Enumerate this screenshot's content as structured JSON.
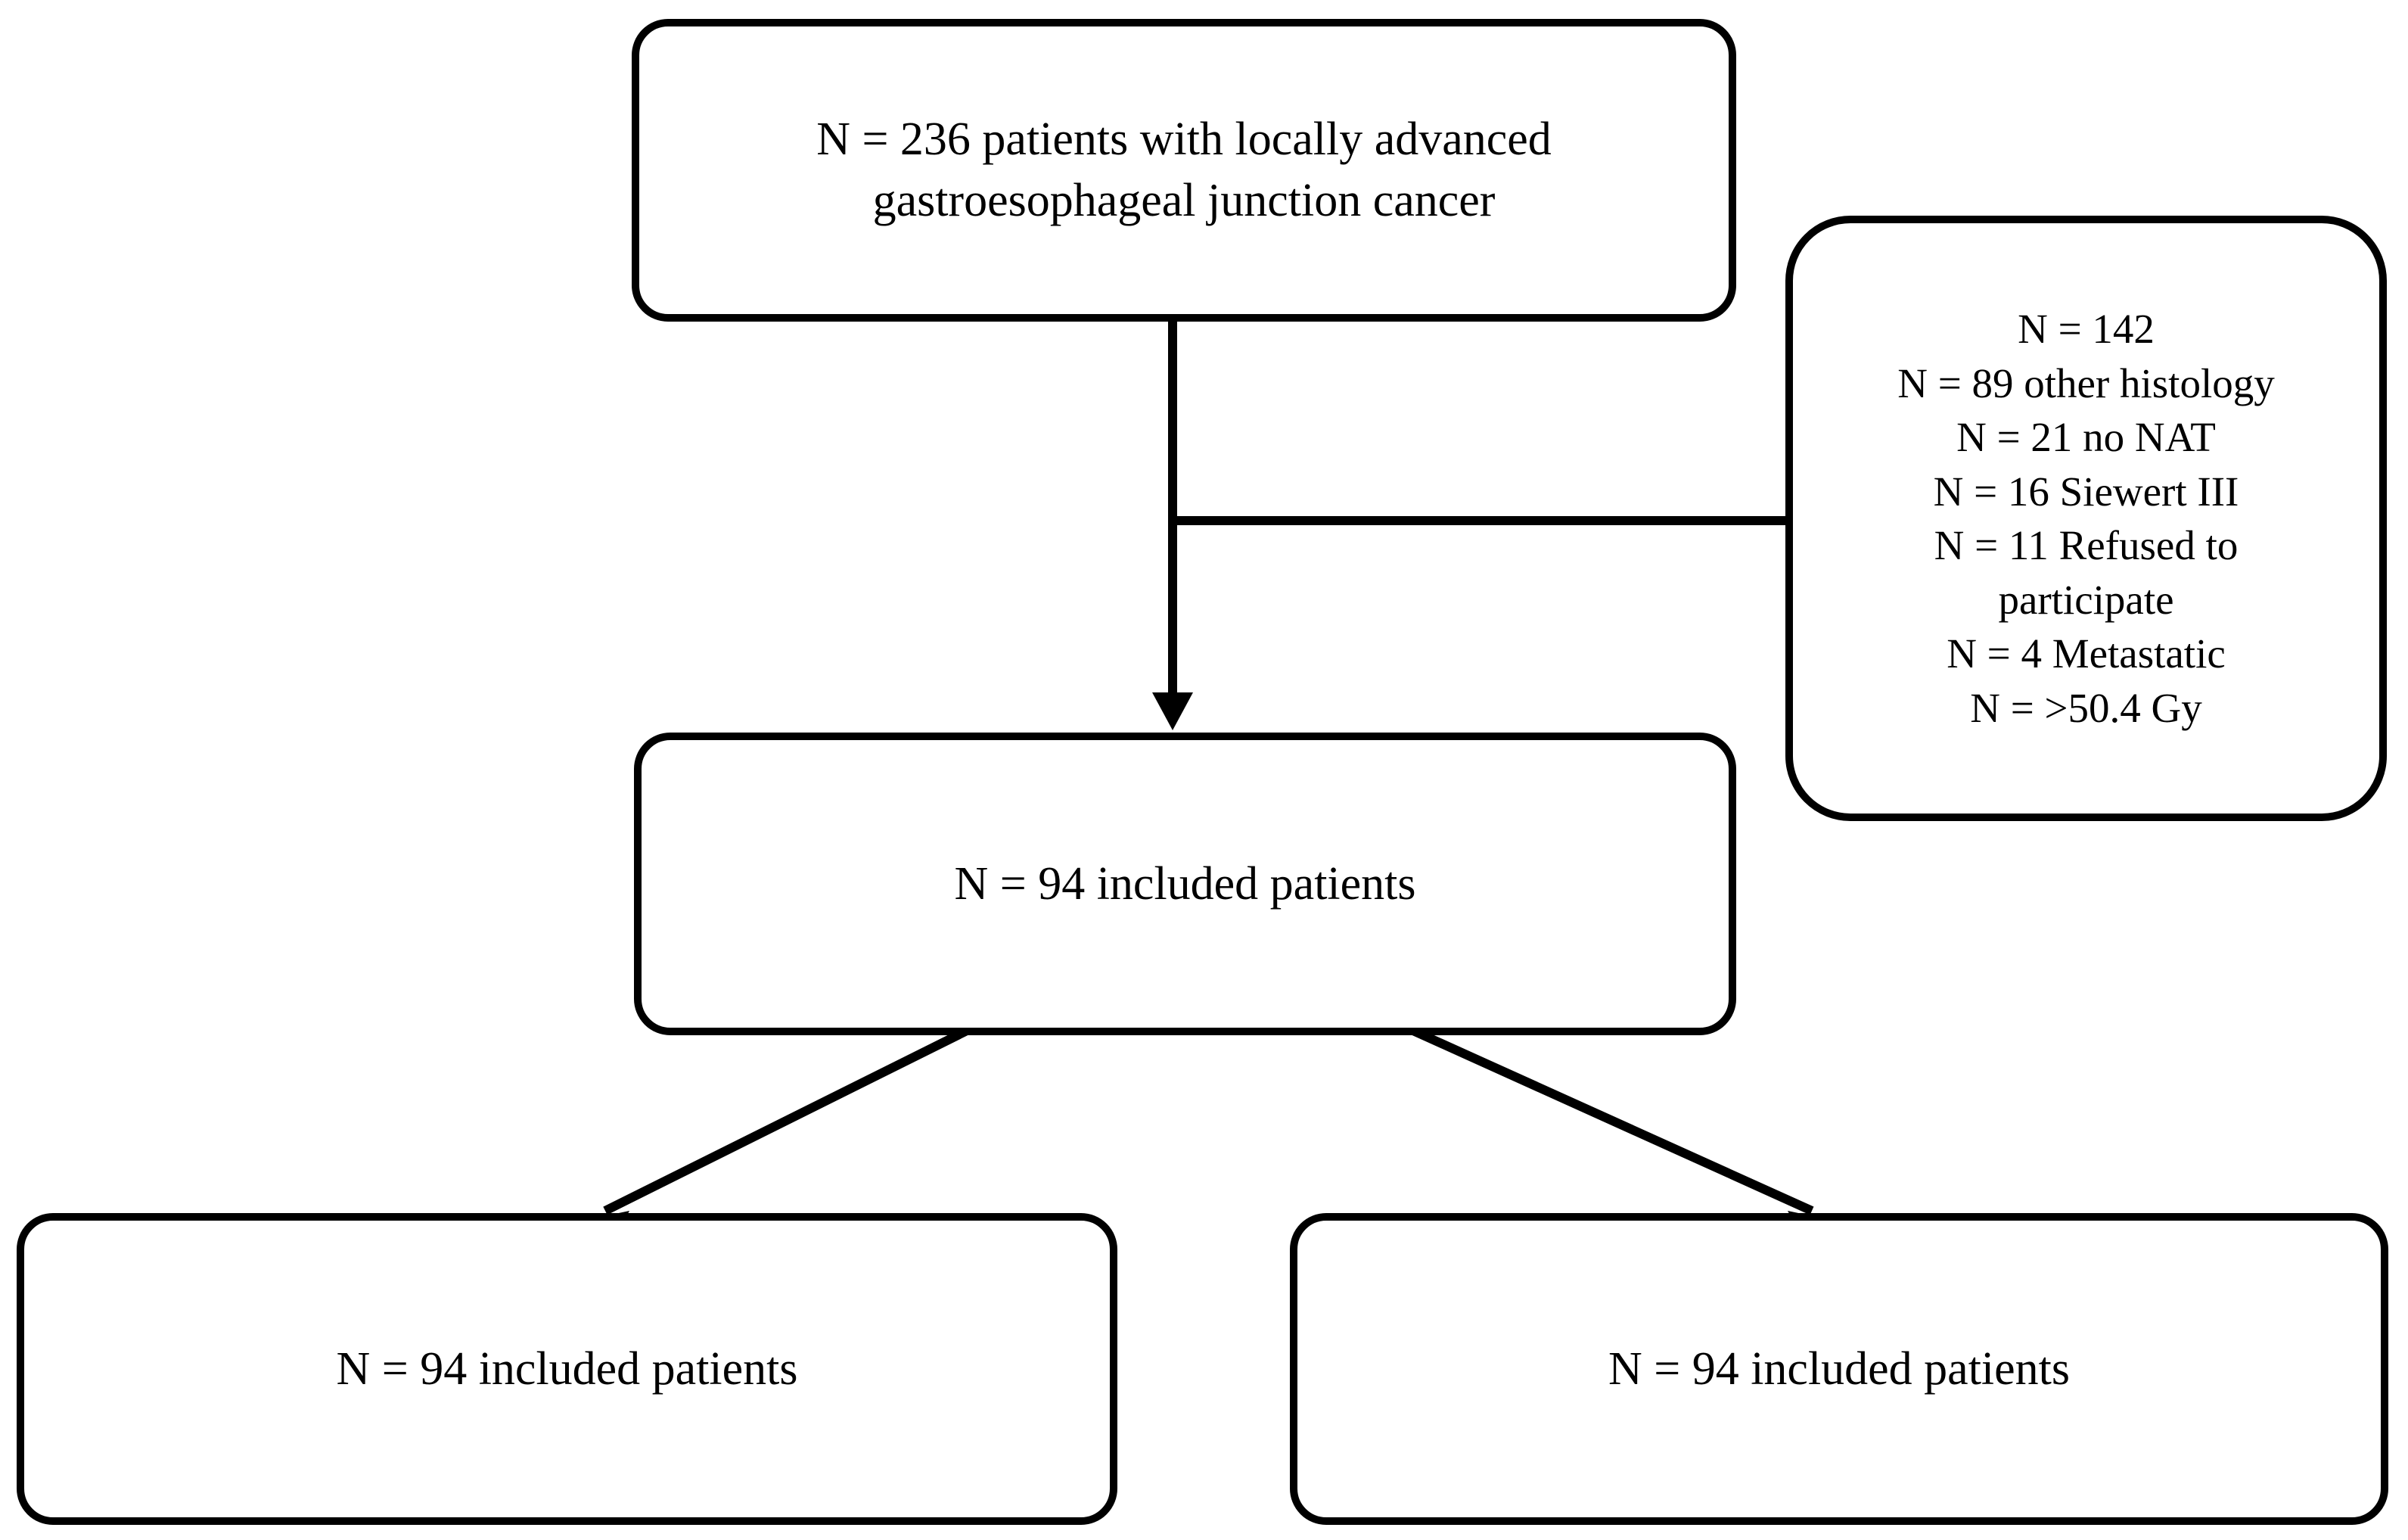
{
  "diagram": {
    "type": "patient-flow-chart",
    "title": "",
    "nodes": [
      {
        "id": "source",
        "label": "N = 236 patients with locally advanced\ngastroesophageal junction cancer",
        "count": 236
      },
      {
        "id": "exclusions",
        "label": "N = 142\nN = 89 other histology\nN = 21 no NAT\nN = 16 Siewert III\nN = 11 Refused to\nparticipate\nN = 4 Metastatic\nN = >50.4 Gy",
        "count": 142,
        "lines": [
          "N = 142",
          "N = 89 other histology",
          "N = 21 no NAT",
          "N = 16 Siewert III",
          "N = 11 Refused to",
          "participate",
          "N = 4 Metastatic",
          "N = >50.4 Gy"
        ]
      },
      {
        "id": "included",
        "label": "N = 94 included patients",
        "count": 94
      },
      {
        "id": "arm-left",
        "label": "N = 94 included patients",
        "count": 94
      },
      {
        "id": "arm-right",
        "label": "N = 94 included patients",
        "count": 94
      }
    ],
    "edges": [
      {
        "from": "source",
        "to": "exclusions",
        "style": "elbow-right",
        "arrowhead": false
      },
      {
        "from": "source",
        "to": "included",
        "style": "straight-down",
        "arrowhead": true
      },
      {
        "from": "included",
        "to": "arm-left",
        "style": "diagonal-down-left",
        "arrowhead": true
      },
      {
        "from": "included",
        "to": "arm-right",
        "style": "diagonal-down-right",
        "arrowhead": true
      }
    ],
    "colors": {
      "stroke": "#000000",
      "fill": "#ffffff",
      "text": "#000000"
    }
  }
}
